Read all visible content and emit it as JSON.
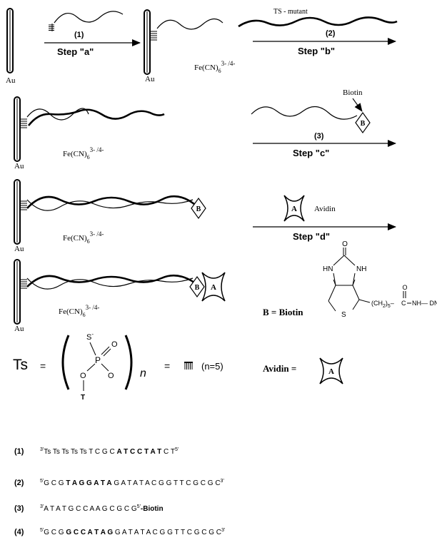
{
  "labels": {
    "au": "Au",
    "redox": "Fe(CN)",
    "redox_sub": "6",
    "redox_sup": "3- /4-",
    "ts_mutant": "TS - mutant",
    "biotin": "Biotin",
    "avidin": "Avidin",
    "b": "B",
    "a": "A"
  },
  "steps": [
    {
      "num": "(1)",
      "label": "Step \"a\""
    },
    {
      "num": "(2)",
      "label": "Step \"b\""
    },
    {
      "num": "(3)",
      "label": "Step \"c\""
    },
    {
      "label": "Step \"d\""
    }
  ],
  "legend": {
    "b_eq": "B = Biotin",
    "avidin_eq": "Avidin =",
    "ts": "Ts",
    "eq": "=",
    "n_eq": "(n=5)",
    "n": "n",
    "s_minus": "S",
    "o_double": "O",
    "p": "P",
    "o_single": "O",
    "o_bottom": "O",
    "t": "T",
    "hn": "HN",
    "nh": "NH",
    "o_top": "O",
    "s_ring": "S",
    "chain": "(CH",
    "chain_sub": "2",
    "chain_tail": ")",
    "chain_n": "5",
    "c_eq": "C",
    "nh_dna": "NH— DNA"
  },
  "sequences": [
    {
      "num": "(1)",
      "head": "3'",
      "parts": [
        {
          "t": "Ts Ts Ts Ts Ts T C G C ",
          "b": false
        },
        {
          "t": "A T C C T A T",
          "b": true
        },
        {
          "t": " C T",
          "b": false
        }
      ],
      "tail": "5'"
    },
    {
      "num": "(2)",
      "head": "5'",
      "parts": [
        {
          "t": "G C G ",
          "b": false
        },
        {
          "t": "T A G G A T A",
          "b": true
        },
        {
          "t": " G A  T A T A C G G T T C G C G C",
          "b": false
        }
      ],
      "tail": "3'"
    },
    {
      "num": "(3)",
      "head": "3'",
      "parts": [
        {
          "t": "A T A T G C C A A G C G C G",
          "b": false
        }
      ],
      "tail": "5'",
      "after": "-Biotin"
    },
    {
      "num": "(4)",
      "head": "5'",
      "parts": [
        {
          "t": "G C G ",
          "b": false
        },
        {
          "t": "G C C A T A G",
          "b": true
        },
        {
          "t": " G A  T A T A C G G T T C G C G C",
          "b": false
        }
      ],
      "tail": "3'"
    }
  ]
}
